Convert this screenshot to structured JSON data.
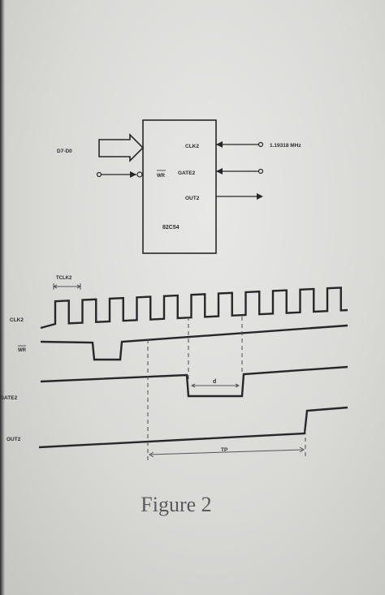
{
  "chip": {
    "name": "82C54",
    "data_bus": "D7-D0",
    "wr": "WR",
    "clk": "CLK2",
    "gate": "GATE2",
    "out": "OUT2",
    "clock_freq": "1.19318 MHz"
  },
  "timing": {
    "period_label": "TCLK2",
    "delay_label": "d",
    "pulse_label": "TP",
    "signals": [
      "CLK2",
      "WR",
      "GATE2",
      "OUT2"
    ]
  },
  "caption": "Figure 2"
}
